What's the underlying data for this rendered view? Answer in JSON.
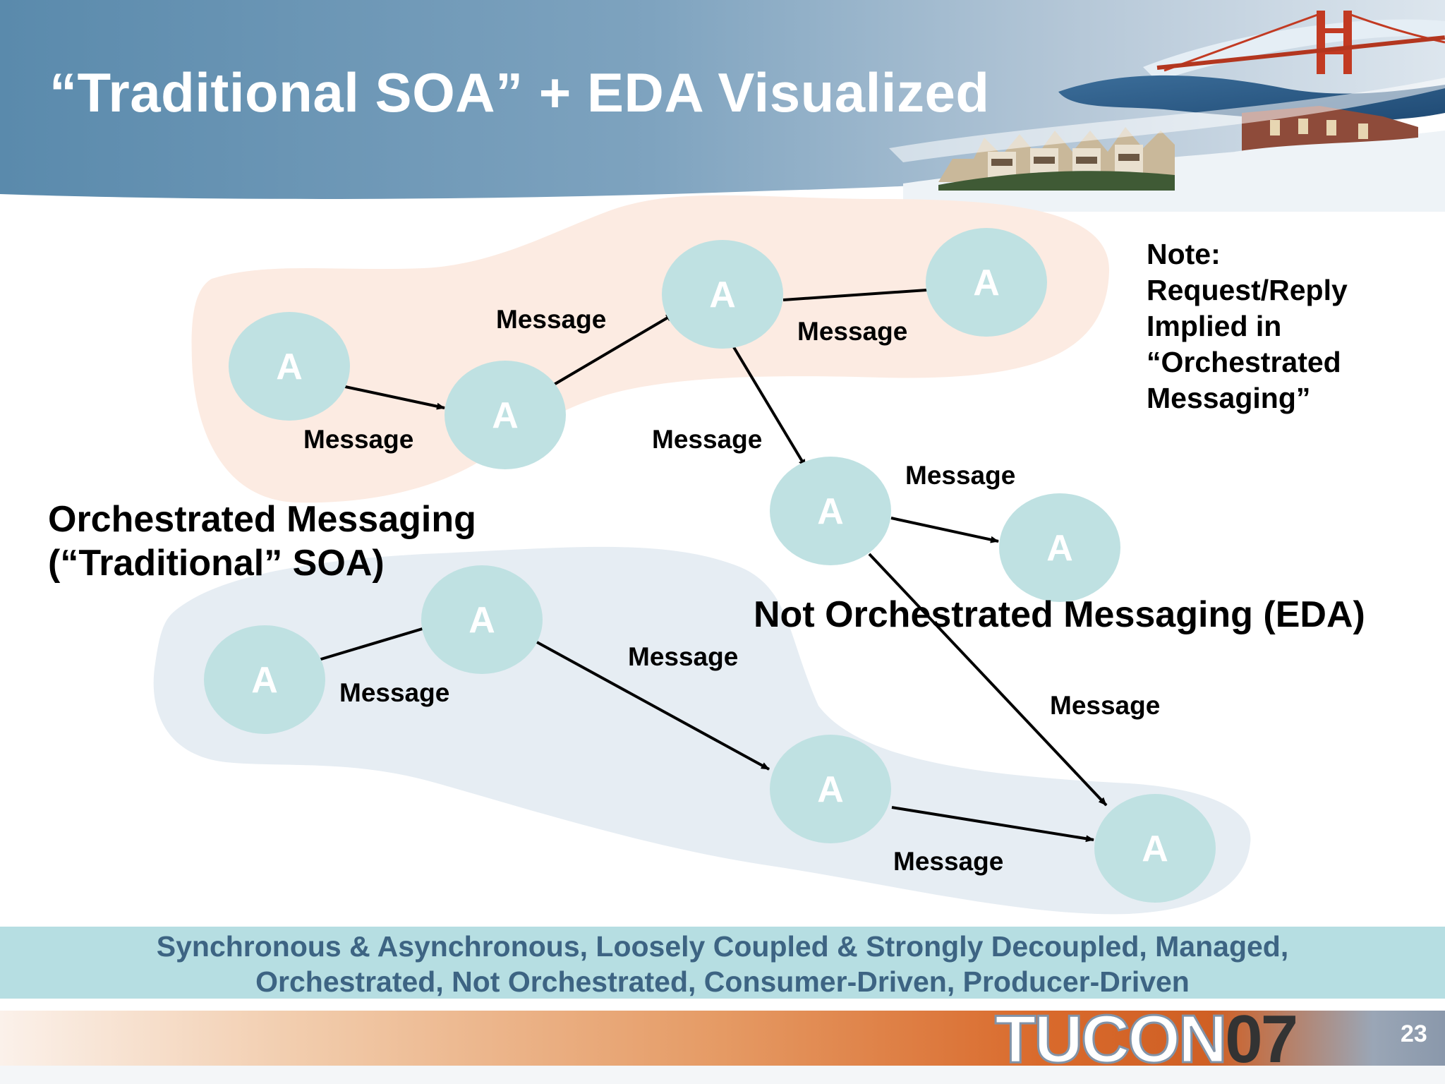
{
  "slide": {
    "title": "“Traditional SOA” + EDA  Visualized",
    "note": [
      "Note:",
      "Request/Reply",
      "Implied in",
      "“Orchestrated",
      "Messaging”"
    ],
    "orchestrated_label": [
      "Orchestrated Messaging",
      "(“Traditional” SOA)"
    ],
    "eda_label": "Not Orchestrated Messaging (EDA)",
    "node_label": "A",
    "message_label": "Message",
    "banner": [
      "Synchronous & Asynchronous, Loosely Coupled & Strongly Decoupled, Managed,",
      "Orchestrated,  Not Orchestrated, Consumer-Driven, Producer-Driven"
    ],
    "logo_tuco": "TUCON",
    "logo_year": "07",
    "page_number": "23"
  },
  "colors": {
    "header_dark": "#5f8eae",
    "node_fill": "#bfe1e2",
    "orchestrated_region": "#fcebe2",
    "eda_region": "#e6edf3",
    "banner_bg": "#b6dee2",
    "banner_text": "#3d6483",
    "footer_orange": "#d96a2c"
  },
  "decorations": {
    "header_image": "San Francisco collage: Golden Gate Bridge, bay water, Victorian houses"
  }
}
